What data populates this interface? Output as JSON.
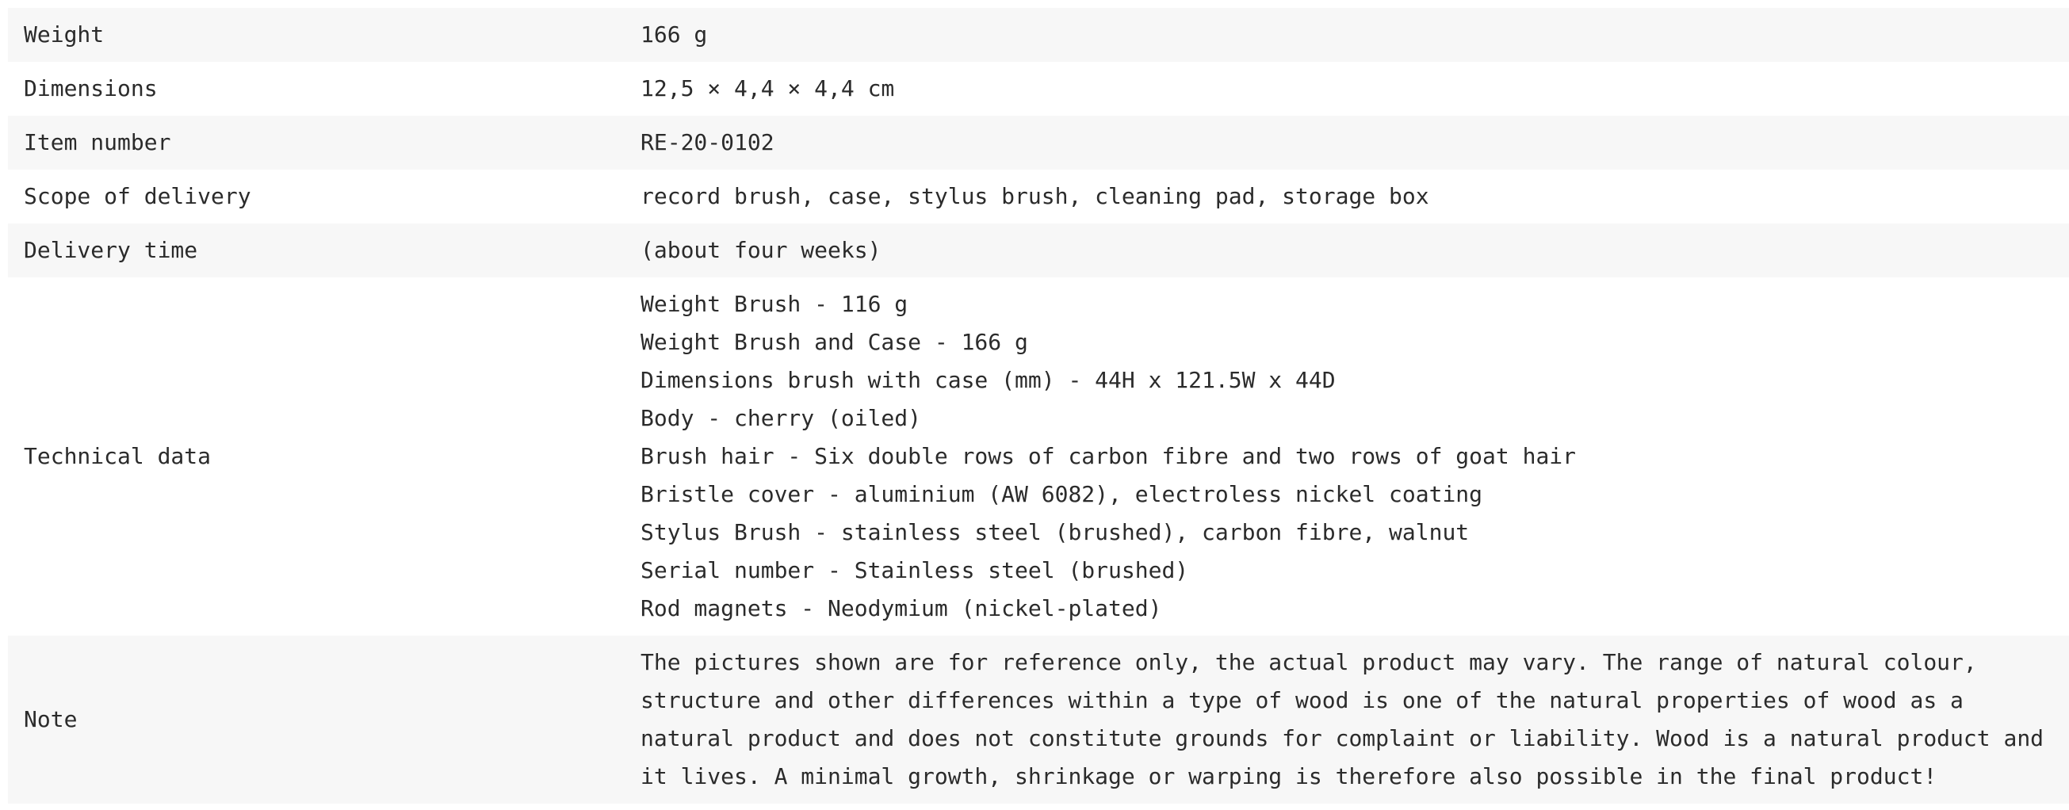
{
  "spec_table": {
    "rows": [
      {
        "label": "Weight",
        "value": "166 g"
      },
      {
        "label": "Dimensions",
        "value": "12,5 × 4,4 × 4,4 cm"
      },
      {
        "label": "Item number",
        "value": "RE-20-0102"
      },
      {
        "label": "Scope of delivery",
        "value": "record brush, case, stylus brush, cleaning pad, storage box"
      },
      {
        "label": "Delivery time",
        "value": "(about four weeks)"
      }
    ],
    "technical": {
      "label": "Technical data",
      "lines": [
        "Weight Brush - 116 g",
        "Weight Brush and Case - 166 g",
        "Dimensions brush with case (mm) - 44H x 121.5W x 44D",
        "Body - cherry (oiled)",
        "Brush hair - Six double rows of carbon fibre and two rows of goat hair",
        "Bristle cover - aluminium (AW 6082), electroless nickel coating",
        "Stylus Brush - stainless steel (brushed), carbon fibre, walnut",
        "Serial number - Stainless steel (brushed)",
        "Rod magnets - Neodymium (nickel-plated)"
      ]
    },
    "note": {
      "label": "Note",
      "text": "The pictures shown are for reference only, the actual product may vary. The range of natural colour, structure and other differences within a type of wood is one of the natural properties of wood as a natural product and does not constitute grounds for complaint or liability. Wood is a natural product and it lives. A minimal growth, shrinkage or warping is therefore also possible in the final product!"
    }
  }
}
